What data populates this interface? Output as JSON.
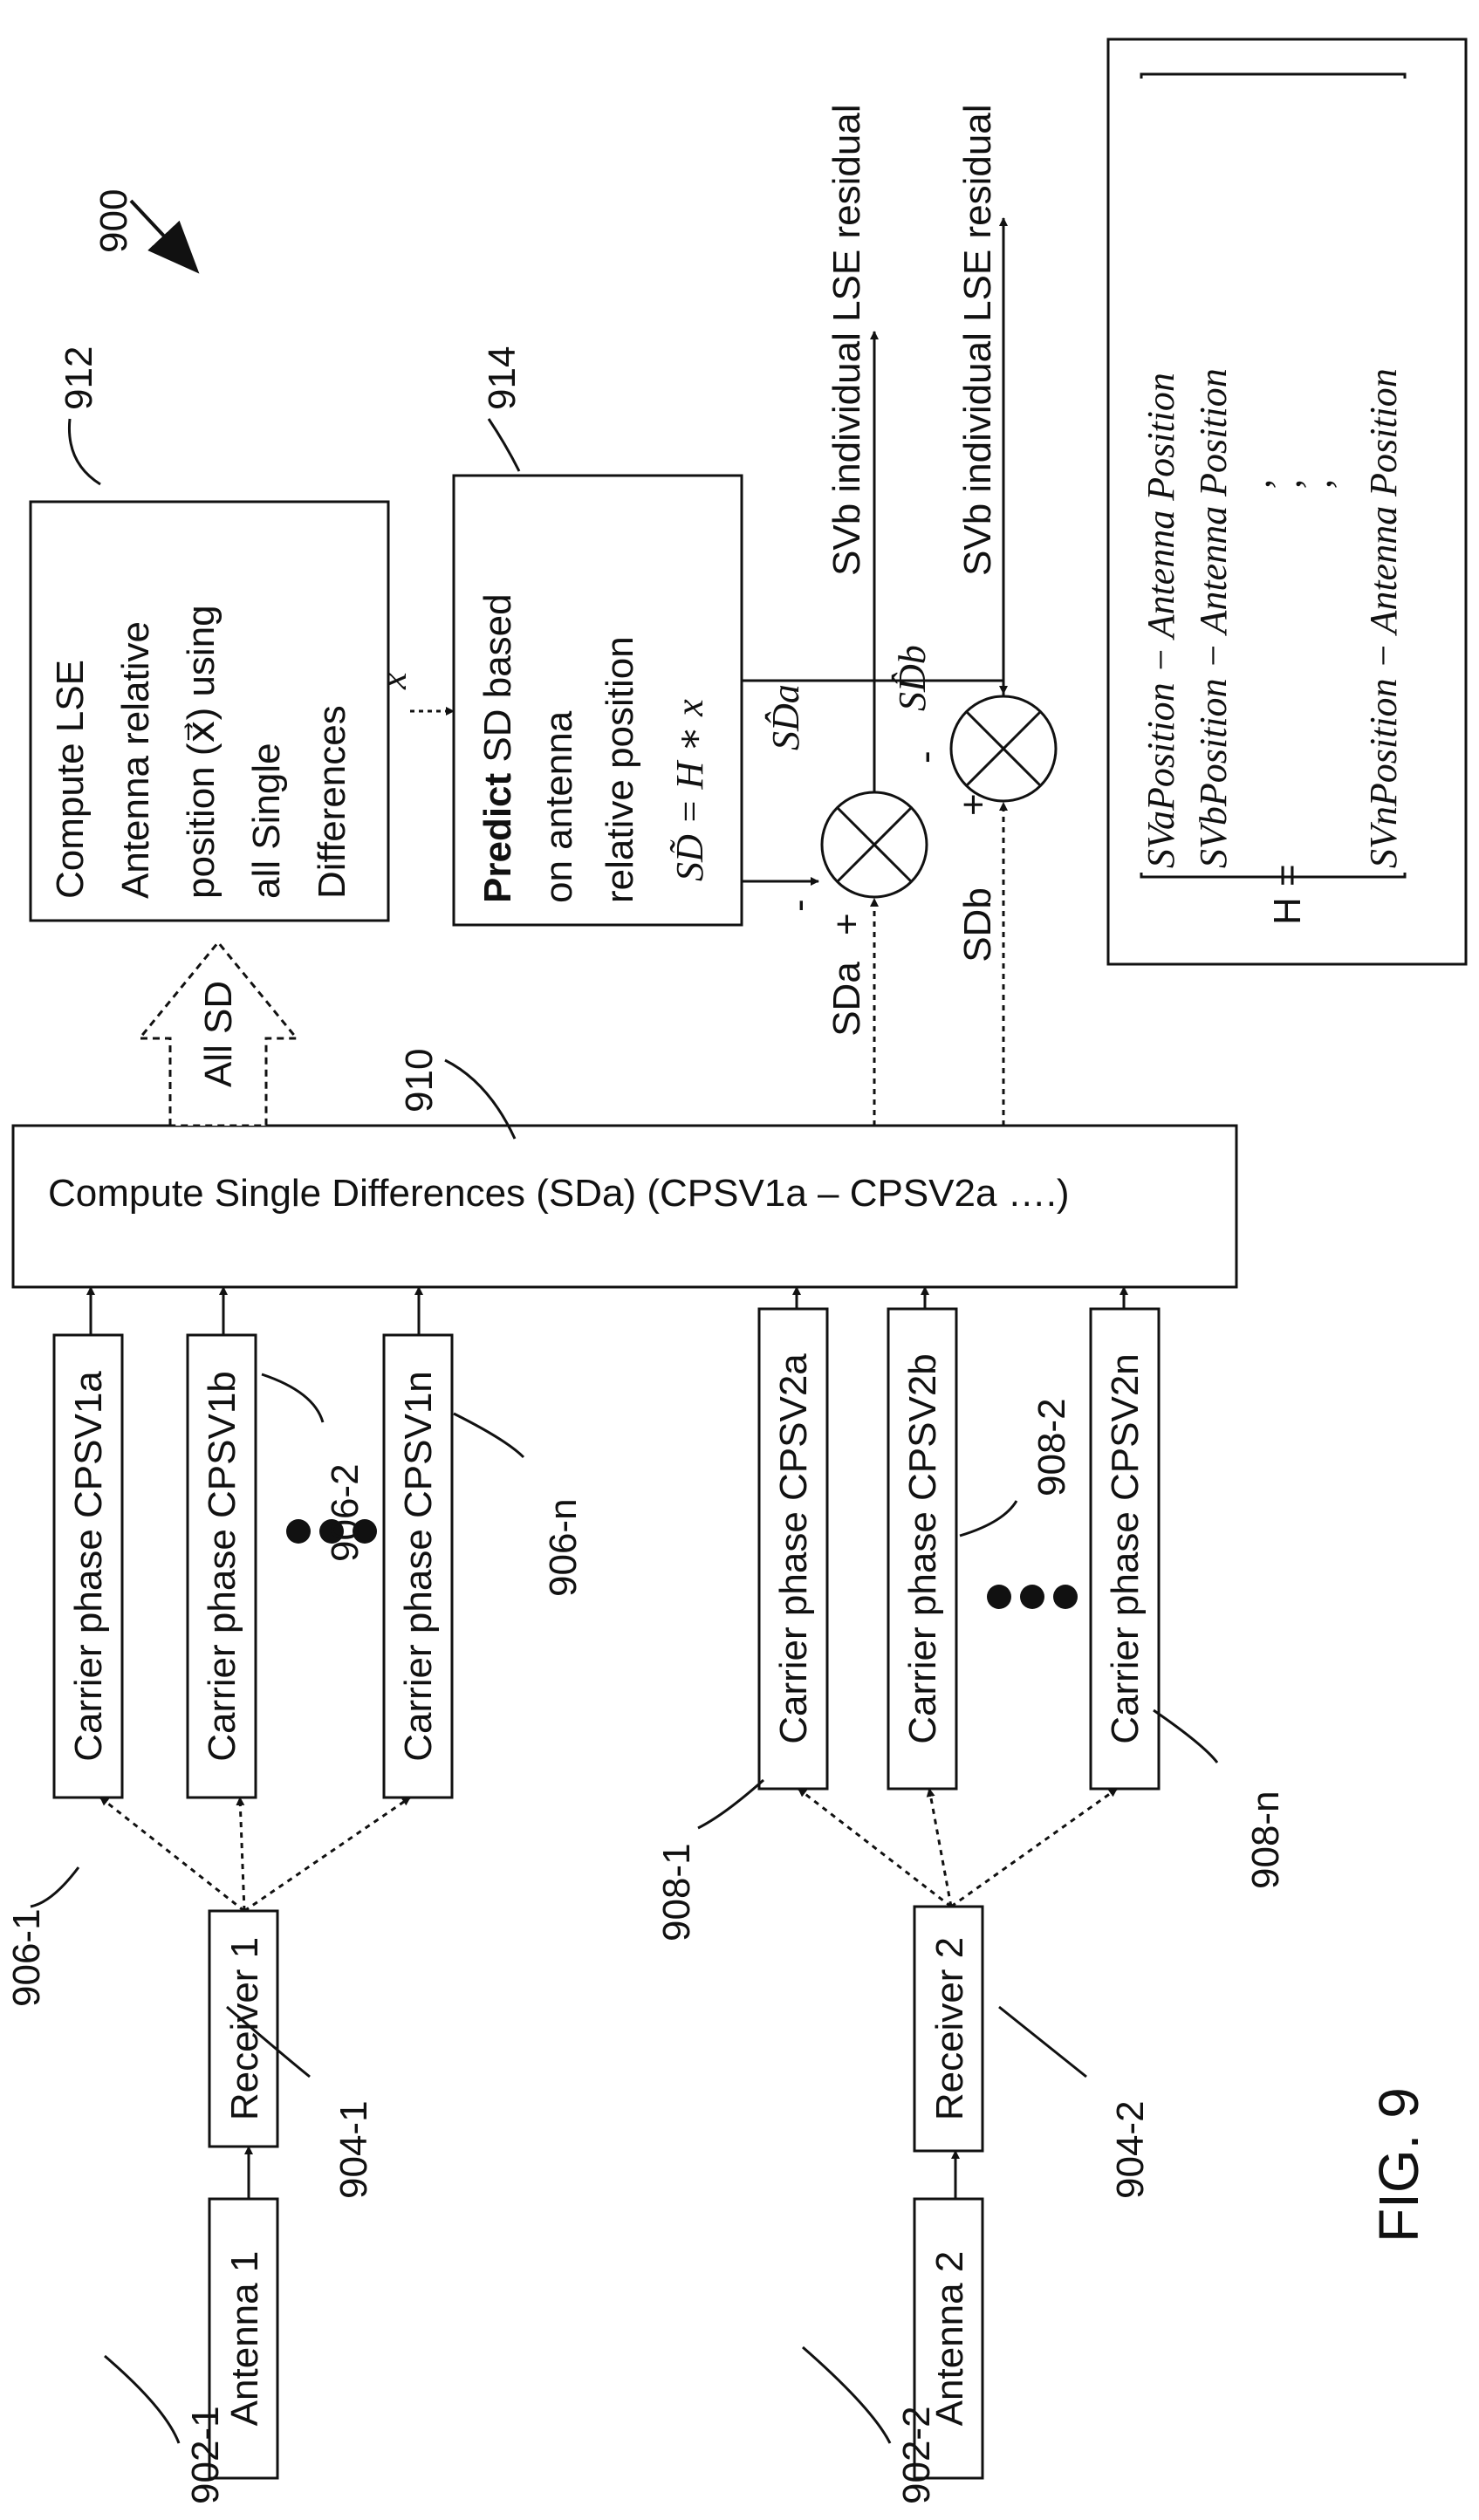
{
  "figure": {
    "ref_900": "900",
    "caption": "FIG. 9"
  },
  "blocks": {
    "antenna1": "Antenna 1",
    "antenna2": "Antenna 2",
    "receiver1": "Receiver 1",
    "receiver2": "Receiver 2",
    "cp_1a": "Carrier phase CPSV1a",
    "cp_1b": "Carrier phase CPSV1b",
    "cp_1n": "Carrier phase CPSV1n",
    "cp_2a": "Carrier phase CPSV2a",
    "cp_2b": "Carrier phase CPSV2b",
    "cp_2n": "Carrier phase CPSV2n",
    "compute_sd": "Compute Single Differences (SDa)  (CPSV1a – CPSV2a ….)",
    "all_sd": "All SD",
    "lse_lines": [
      "Compute LSE",
      "Antenna relative",
      "position (x⃗) using",
      "all Single",
      "Differences"
    ],
    "predict_bold": "Predict",
    "predict_rest": " SD based",
    "predict_lines": [
      "on antenna",
      "relative position"
    ],
    "predict_formula": "SD̃ = H ∗ x⃗",
    "x_vec": "x⃗",
    "sd_hat_a": "SD̂a",
    "sd_hat_b": "SD̂b",
    "sda": "SDa",
    "sdb": "SDb",
    "minus": "-",
    "plus": "+",
    "residual_a": "SVb individual LSE residual",
    "residual_b": "SVb individual LSE residual"
  },
  "matrix": {
    "h_label": "H =",
    "rows": [
      "SVaPosition − Antenna Position",
      "SVbPosition − Antenna Position",
      ",",
      ",",
      ",",
      "SVnPosition − Antenna Position"
    ]
  },
  "refs": {
    "r902_1": "902-1",
    "r902_2": "902-2",
    "r904_1": "904-1",
    "r904_2": "904-2",
    "r906_1": "906-1",
    "r906_2": "906-2",
    "r906_n": "906-n",
    "r908_1": "908-1",
    "r908_2": "908-2",
    "r908_n": "908-n",
    "r910": "910",
    "r912": "912",
    "r914": "914"
  }
}
